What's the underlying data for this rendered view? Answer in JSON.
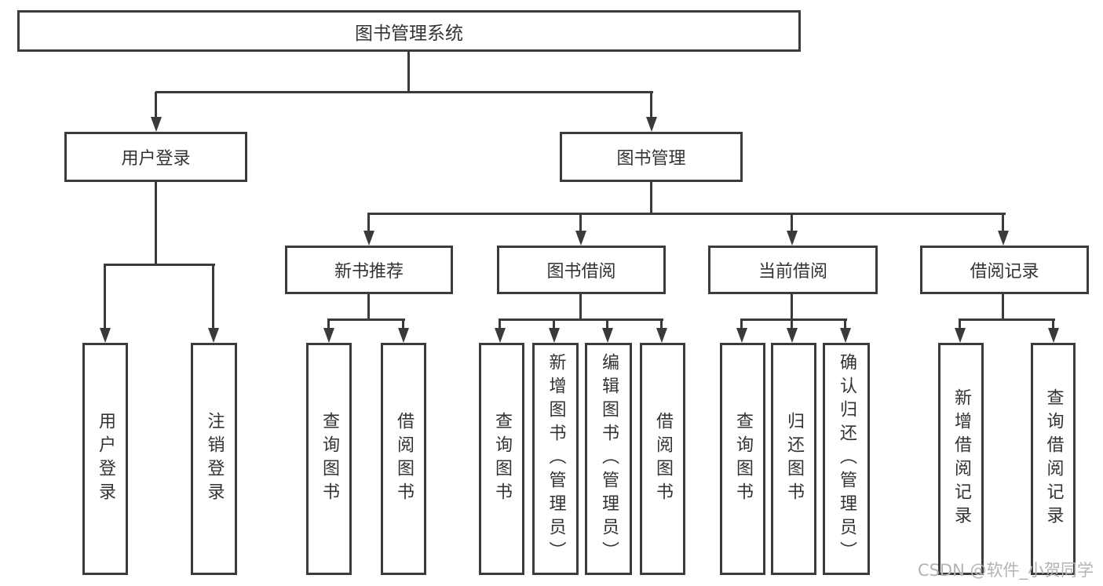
{
  "title": {
    "label": "图书管理系统"
  },
  "branches": [
    {
      "label": "用户登录",
      "children": [
        {
          "label": "用户登录"
        },
        {
          "label": "注销登录"
        }
      ]
    },
    {
      "label": "图书管理",
      "children": [
        {
          "label": "新书推荐",
          "children": [
            {
              "label": "查询图书"
            },
            {
              "label": "借阅图书"
            }
          ]
        },
        {
          "label": "图书借阅",
          "children": [
            {
              "label": "查询图书"
            },
            {
              "label": "新增图书（管理员）"
            },
            {
              "label": "编辑图书（管理员）"
            },
            {
              "label": "借阅图书"
            }
          ]
        },
        {
          "label": "当前借阅",
          "children": [
            {
              "label": "查询图书"
            },
            {
              "label": "归还图书"
            },
            {
              "label": "确认归还（管理员）"
            }
          ]
        },
        {
          "label": "借阅记录",
          "children": [
            {
              "label": "新增借阅记录"
            },
            {
              "label": "查询借阅记录"
            }
          ]
        }
      ]
    }
  ],
  "watermark": {
    "text": "CSDN @软件_小贺同学"
  },
  "colors": {
    "background": "#ffffff",
    "border": "#3c3c3c",
    "line": "#3a3a3a",
    "text": "#333333",
    "watermark": "#b3b3b3"
  }
}
